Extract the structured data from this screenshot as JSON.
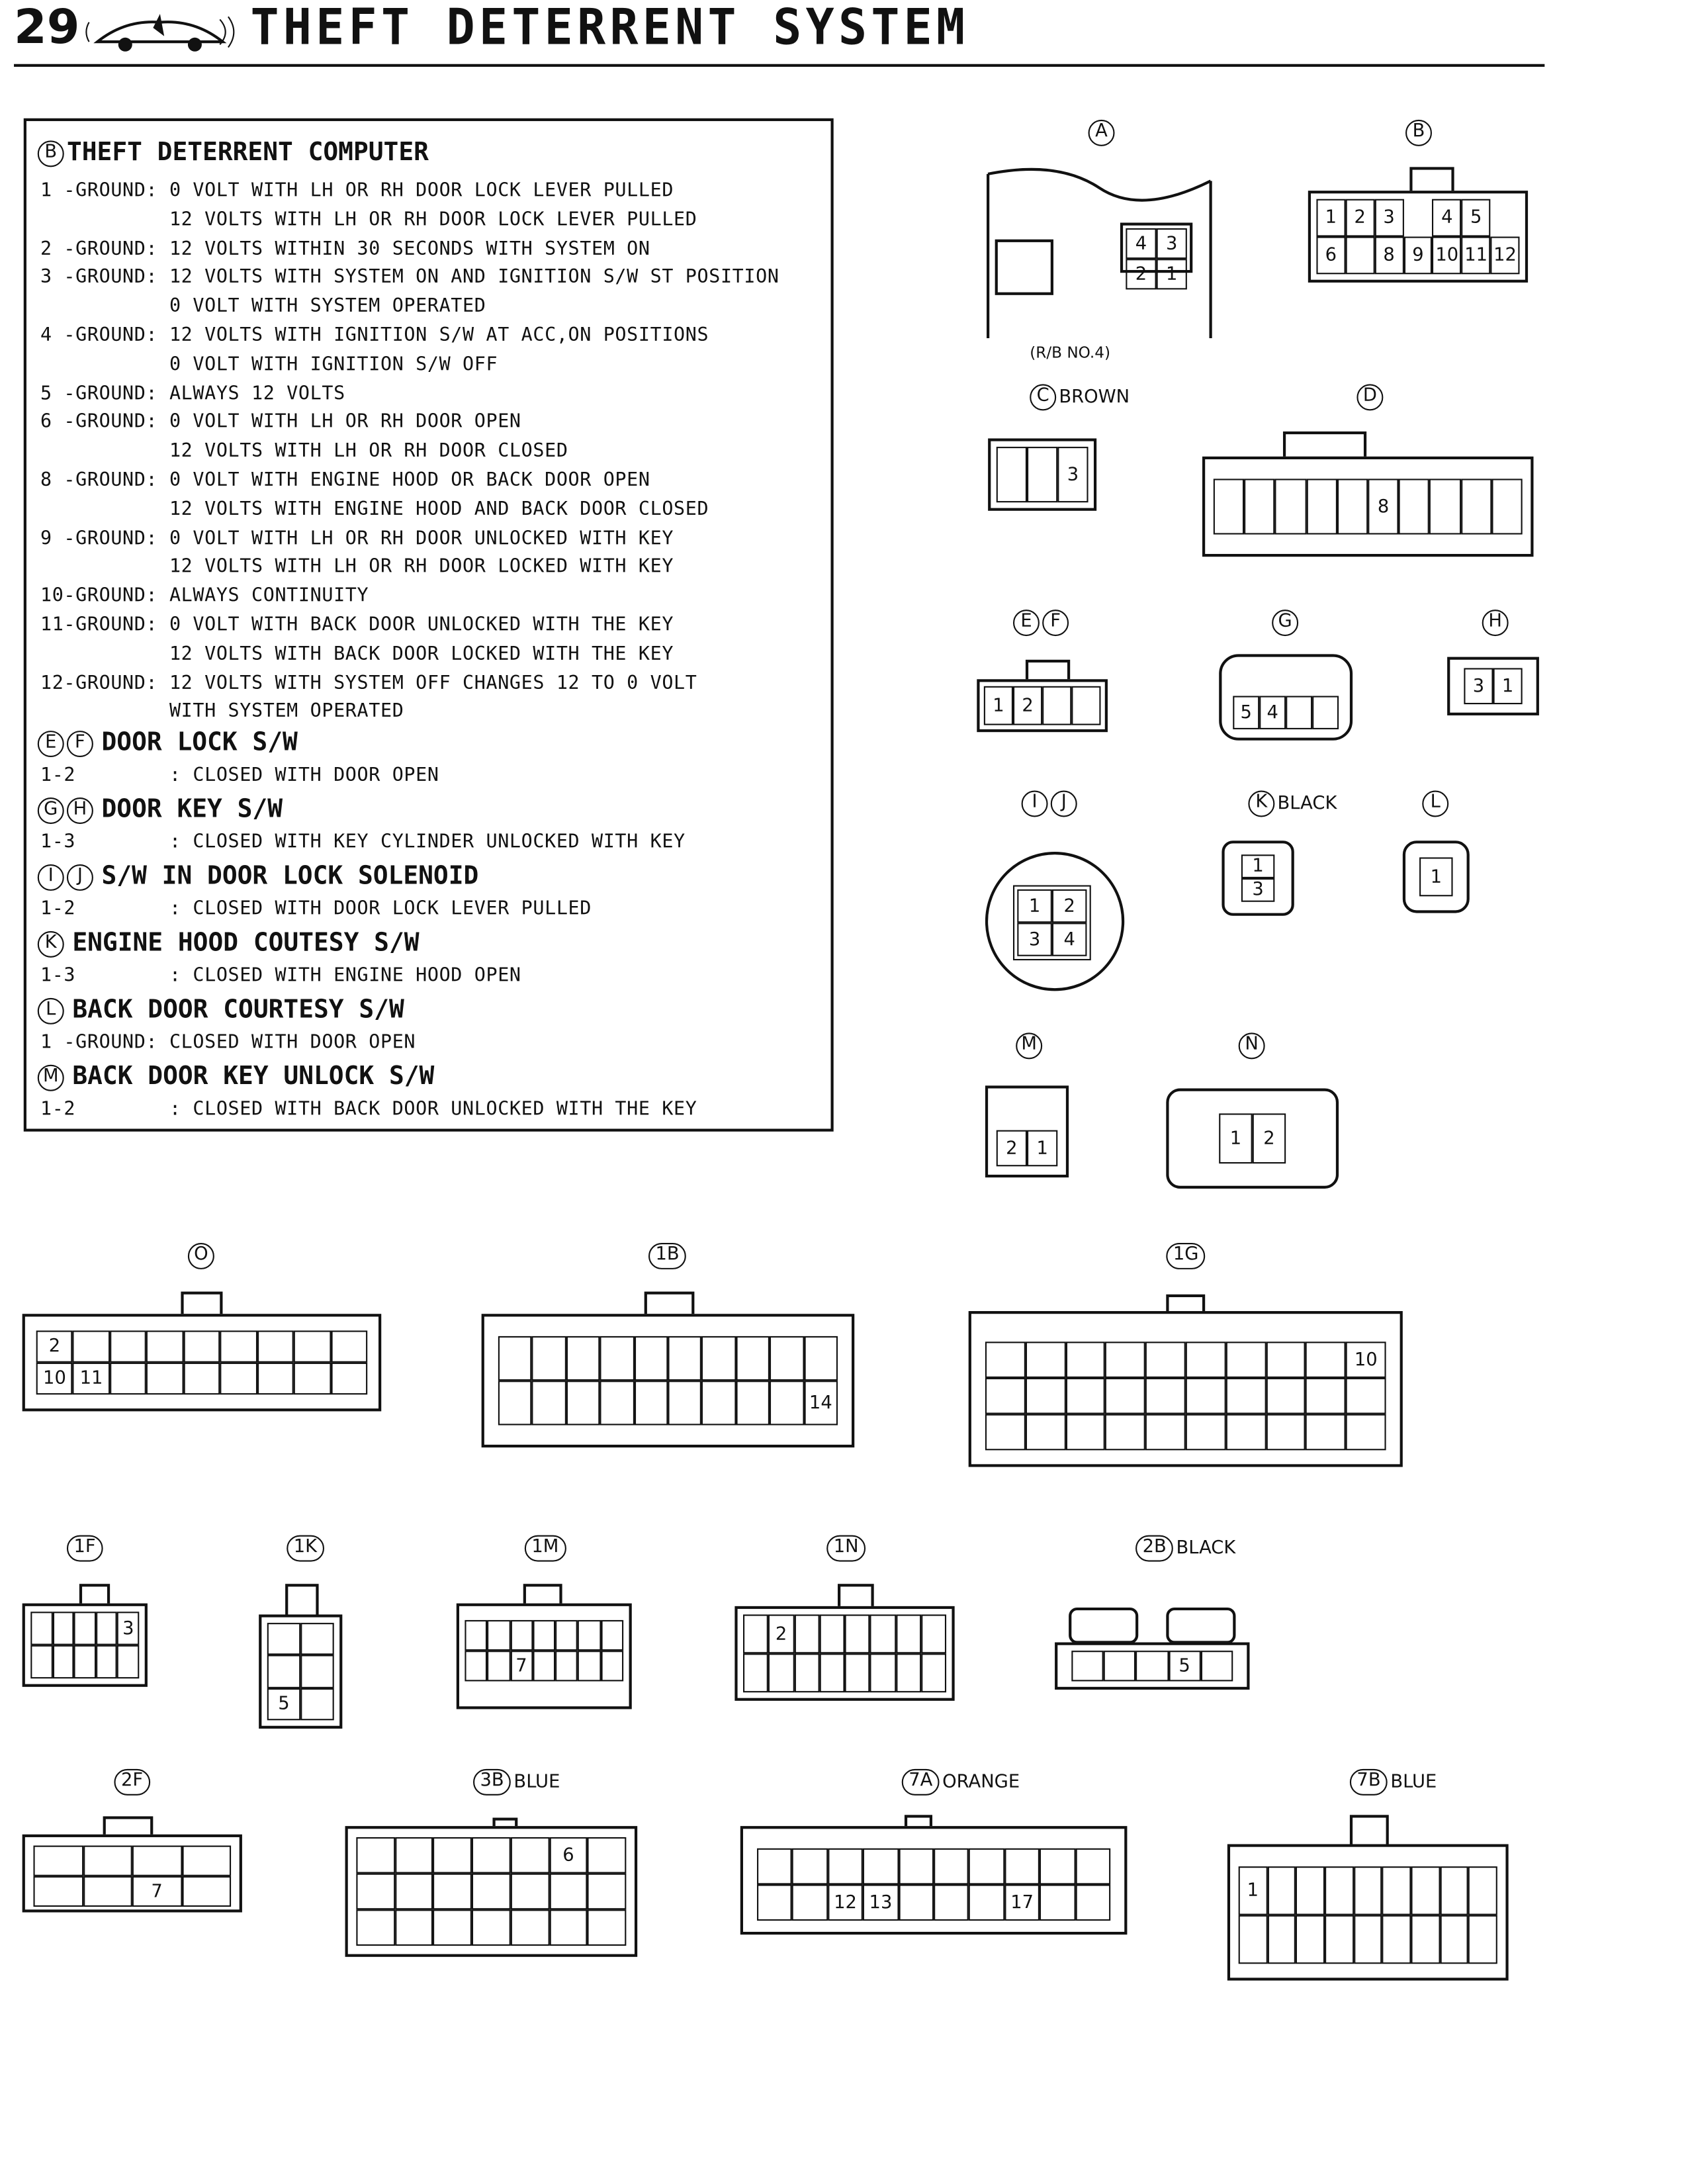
{
  "header": {
    "page_number": "29",
    "title": "THEFT DETERRENT SYSTEM"
  },
  "inspection": {
    "computer": {
      "code": "B",
      "title": "THEFT DETERRENT COMPUTER",
      "lines": [
        "1 -GROUND: 0 VOLT WITH LH OR RH DOOR LOCK LEVER PULLED",
        "           12 VOLTS WITH LH OR RH DOOR LOCK LEVER PULLED",
        "2 -GROUND: 12 VOLTS WITHIN 30 SECONDS WITH SYSTEM ON",
        "3 -GROUND: 12 VOLTS WITH SYSTEM ON AND IGNITION S/W ST POSITION",
        "           0 VOLT WITH SYSTEM OPERATED",
        "4 -GROUND: 12 VOLTS WITH IGNITION S/W AT ACC,ON POSITIONS",
        "           0 VOLT WITH IGNITION S/W OFF",
        "5 -GROUND: ALWAYS 12 VOLTS",
        "6 -GROUND: 0 VOLT WITH LH OR RH DOOR OPEN",
        "           12 VOLTS WITH LH OR RH DOOR CLOSED",
        "8 -GROUND: 0 VOLT WITH ENGINE HOOD OR BACK DOOR OPEN",
        "           12 VOLTS WITH ENGINE HOOD AND BACK DOOR CLOSED",
        "9 -GROUND: 0 VOLT WITH LH OR RH DOOR UNLOCKED WITH KEY",
        "           12 VOLTS WITH LH OR RH DOOR LOCKED WITH KEY",
        "10-GROUND: ALWAYS CONTINUITY",
        "11-GROUND: 0 VOLT WITH BACK DOOR UNLOCKED WITH THE KEY",
        "           12 VOLTS WITH BACK DOOR LOCKED WITH THE KEY",
        "12-GROUND: 12 VOLTS WITH SYSTEM OFF CHANGES 12 TO 0 VOLT",
        "           WITH SYSTEM OPERATED"
      ]
    },
    "sections": [
      {
        "codes": [
          "E",
          "F"
        ],
        "title": "DOOR LOCK S/W",
        "line": "1-2        : CLOSED WITH DOOR OPEN"
      },
      {
        "codes": [
          "G",
          "H"
        ],
        "title": "DOOR KEY S/W",
        "line": "1-3        : CLOSED WITH KEY CYLINDER UNLOCKED WITH KEY"
      },
      {
        "codes": [
          "I",
          "J"
        ],
        "title": "S/W IN DOOR LOCK SOLENOID",
        "line": "1-2        : CLOSED WITH DOOR LOCK LEVER PULLED"
      },
      {
        "codes": [
          "K"
        ],
        "title": "ENGINE HOOD COUTESY S/W",
        "line": "1-3        : CLOSED WITH ENGINE HOOD OPEN"
      },
      {
        "codes": [
          "L"
        ],
        "title": "BACK DOOR COURTESY S/W",
        "line": "1 -GROUND: CLOSED WITH DOOR OPEN"
      },
      {
        "codes": [
          "M"
        ],
        "title": "BACK DOOR KEY UNLOCK S/W",
        "line": "1-2        : CLOSED WITH BACK DOOR UNLOCKED WITH THE KEY"
      }
    ]
  },
  "connectors": {
    "A": {
      "code": "A",
      "note": "(R/B NO.4)",
      "pins": [
        "4",
        "3",
        "2",
        "1"
      ]
    },
    "B": {
      "code": "B",
      "pins": [
        "1",
        "2",
        "3",
        "4",
        "5",
        "6",
        "8",
        "9",
        "10",
        "11",
        "12"
      ]
    },
    "C": {
      "code": "C",
      "color": "BROWN",
      "pins": [
        "3"
      ]
    },
    "D": {
      "code": "D",
      "pins": [
        "8"
      ]
    },
    "EF": {
      "codes": [
        "E",
        "F"
      ],
      "pins": [
        "1",
        "2"
      ]
    },
    "G": {
      "code": "G",
      "pins": [
        "5",
        "4"
      ]
    },
    "H": {
      "code": "H",
      "pins": [
        "3",
        "1"
      ]
    },
    "IJ": {
      "codes": [
        "I",
        "J"
      ],
      "pins": [
        "1",
        "2",
        "3",
        "4"
      ]
    },
    "K": {
      "code": "K",
      "color": "BLACK",
      "pins": [
        "1",
        "3"
      ]
    },
    "L": {
      "code": "L",
      "pins": [
        "1"
      ]
    },
    "M": {
      "code": "M",
      "pins": [
        "2",
        "1"
      ]
    },
    "N": {
      "code": "N",
      "pins": [
        "1",
        "2"
      ]
    },
    "O": {
      "code": "O",
      "pins": [
        "2",
        "10",
        "11"
      ]
    },
    "1B": {
      "code": "1B",
      "pins": [
        "14"
      ]
    },
    "1G": {
      "code": "1G",
      "pins": [
        "10"
      ]
    },
    "1F": {
      "code": "1F",
      "pins": [
        "3"
      ]
    },
    "1K": {
      "code": "1K",
      "pins": [
        "5"
      ]
    },
    "1M": {
      "code": "1M",
      "pins": [
        "7"
      ]
    },
    "1N": {
      "code": "1N",
      "pins": [
        "2"
      ]
    },
    "2B": {
      "code": "2B",
      "color": "BLACK",
      "pins": [
        "5"
      ]
    },
    "2F": {
      "code": "2F",
      "pins": [
        "7"
      ]
    },
    "3B": {
      "code": "3B",
      "color": "BLUE",
      "pins": [
        "6"
      ]
    },
    "7A": {
      "code": "7A",
      "color": "ORANGE",
      "pins": [
        "12",
        "13",
        "17"
      ]
    },
    "7B": {
      "code": "7B",
      "color": "BLUE",
      "pins": [
        "1"
      ]
    }
  }
}
